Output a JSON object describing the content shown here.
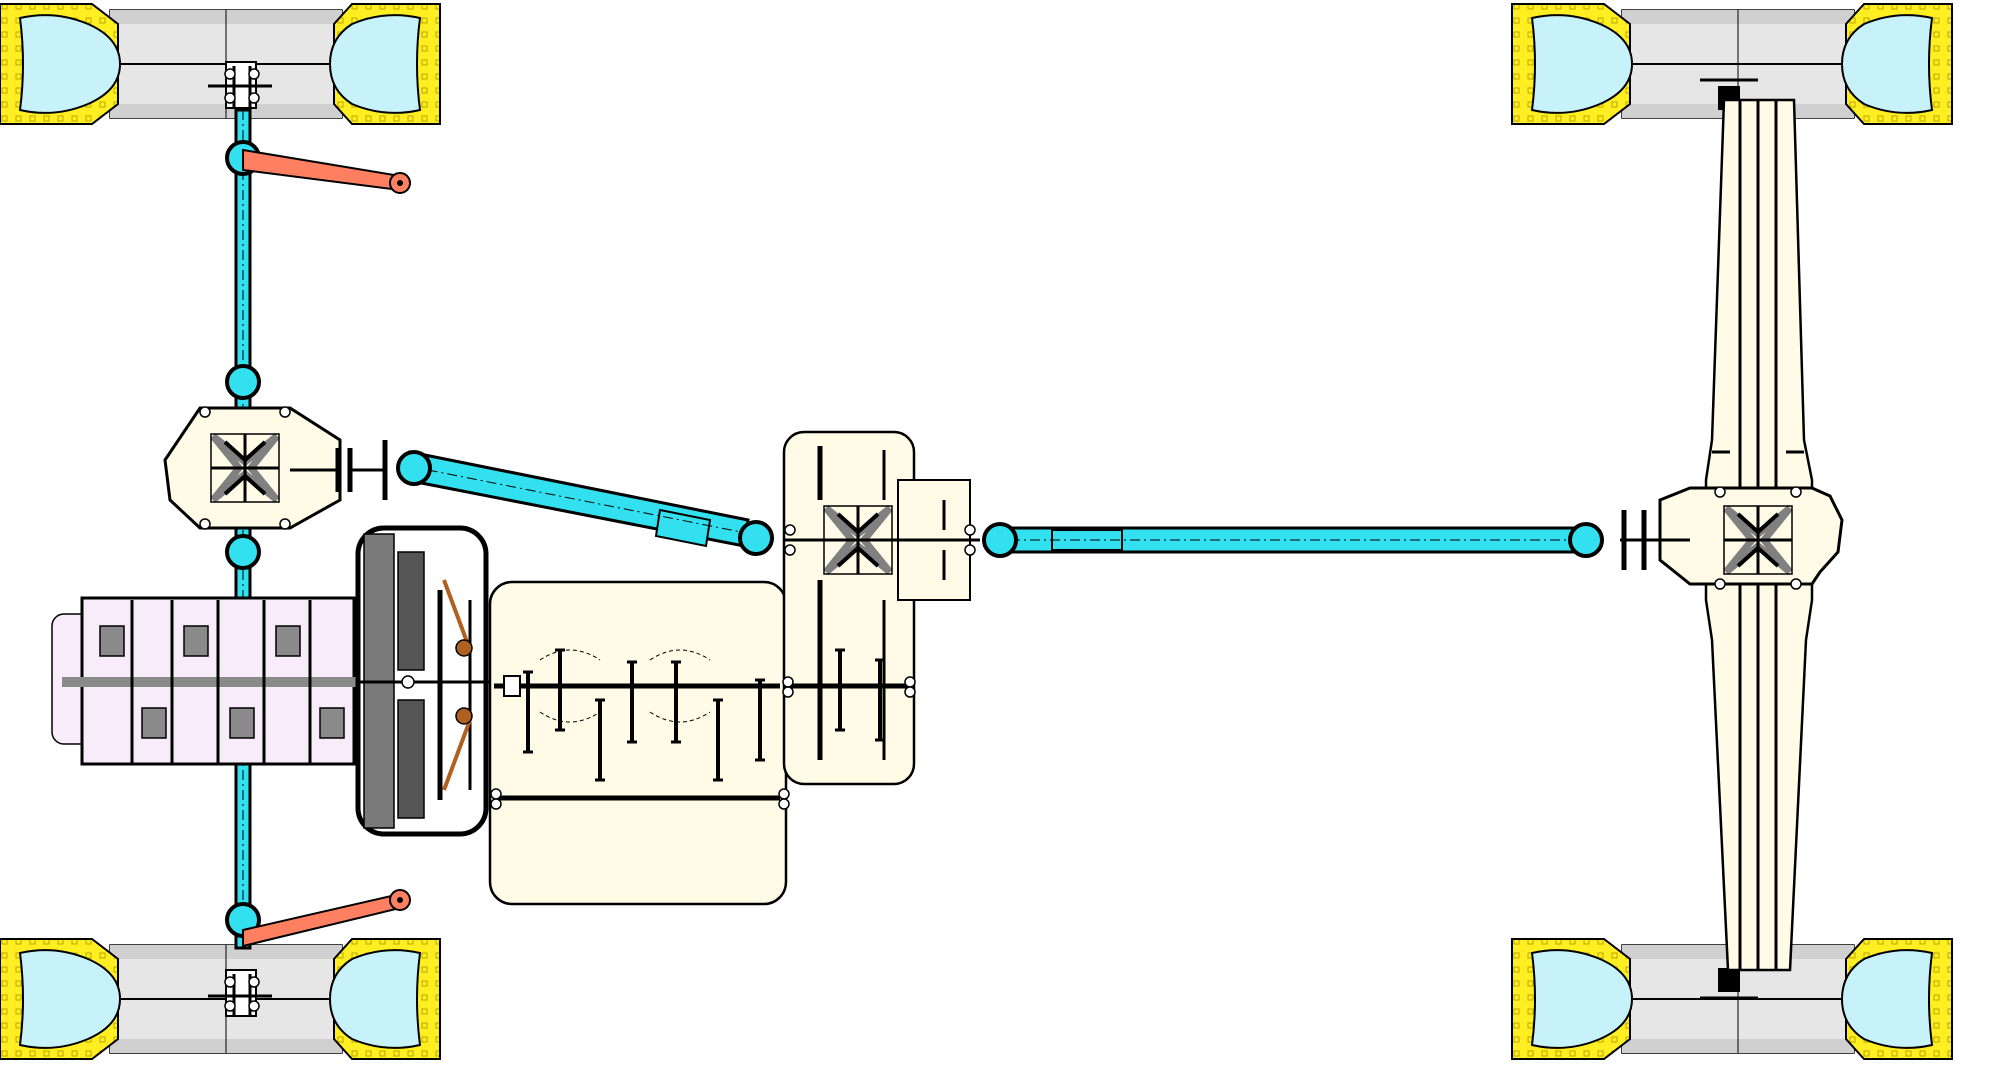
{
  "diagram": {
    "colors": {
      "tire_tread": "#ffee22",
      "rim": "#c8f2fa",
      "wheel_hub": "#e6e6e6",
      "shaft": "#33e0f0",
      "steering_arm": "#ff8060",
      "housing": "#fffbe6",
      "engine_block": "#f8ecfa",
      "clutch": "#7a7a7a"
    },
    "components": {
      "wheels": [
        "front-left-wheel",
        "rear-left-wheel",
        "front-right-wheel",
        "rear-right-wheel"
      ],
      "front_axle": "front-axle",
      "engine": "engine-crankshaft",
      "clutch": "clutch-assembly",
      "gearbox": "gearbox",
      "transfer_case": "transfer-case",
      "front_driveshaft": "front-driveshaft",
      "rear_driveshaft": "rear-driveshaft",
      "rear_axle": "rear-axle-housing",
      "front_differential": "front-differential",
      "rear_differential": "rear-differential"
    }
  }
}
